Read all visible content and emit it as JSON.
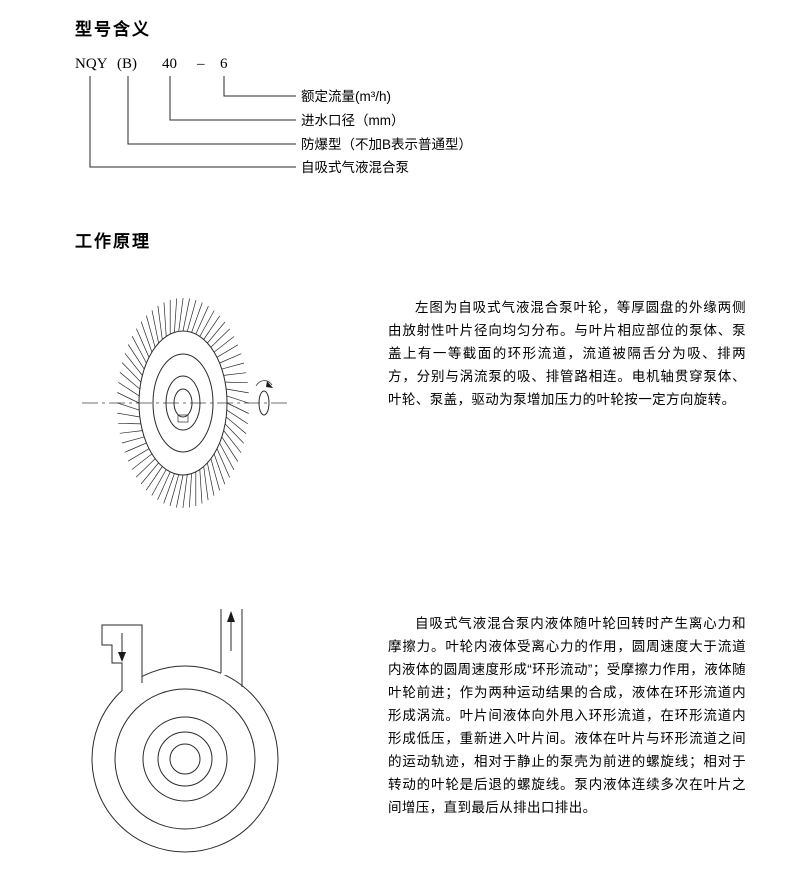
{
  "sections": {
    "model_meaning_title": "型号含义",
    "working_principle_title": "工作原理"
  },
  "model_code": {
    "parts": [
      "NQY",
      "(B)",
      "40",
      "–",
      "6"
    ],
    "labels": [
      "额定流量(m³/h)",
      "进水口径（mm）",
      "防爆型（不加B表示普通型）",
      "自吸式气液混合泵"
    ]
  },
  "paragraphs": {
    "impeller_desc": "左图为自吸式气液混合泵叶轮，等厚圆盘的外缘两侧由放射性叶片径向均匀分布。与叶片相应部位的泵体、泵盖上有一等截面的环形流道，流道被隔舌分为吸、排两方，分别与涡流泵的吸、排管路相连。电机轴贯穿泵体、叶轮、泵盖，驱动为泵增加压力的叶轮按一定方向旋转。",
    "principle_desc": "自吸式气液混合泵内液体随叶轮回转时产生离心力和摩擦力。叶轮内液体受离心力的作用，圆周速度大于流道内液体的圆周速度形成“环形流动”；受摩擦力作用，液体随叶轮前进；作为两种运动结果的合成，液体在环形流道内形成涡流。叶片间液体向外甩入环形流道，在环形流道内形成低压，重新进入叶片间。液体在叶片与环形流道之间的运动轨迹，相对于静止的泵壳为前进的螺旋线；相对于转动的叶轮是后退的螺旋线。泵内液体连续多次在叶片之间增压，直到最后从排出口排出。"
  }
}
